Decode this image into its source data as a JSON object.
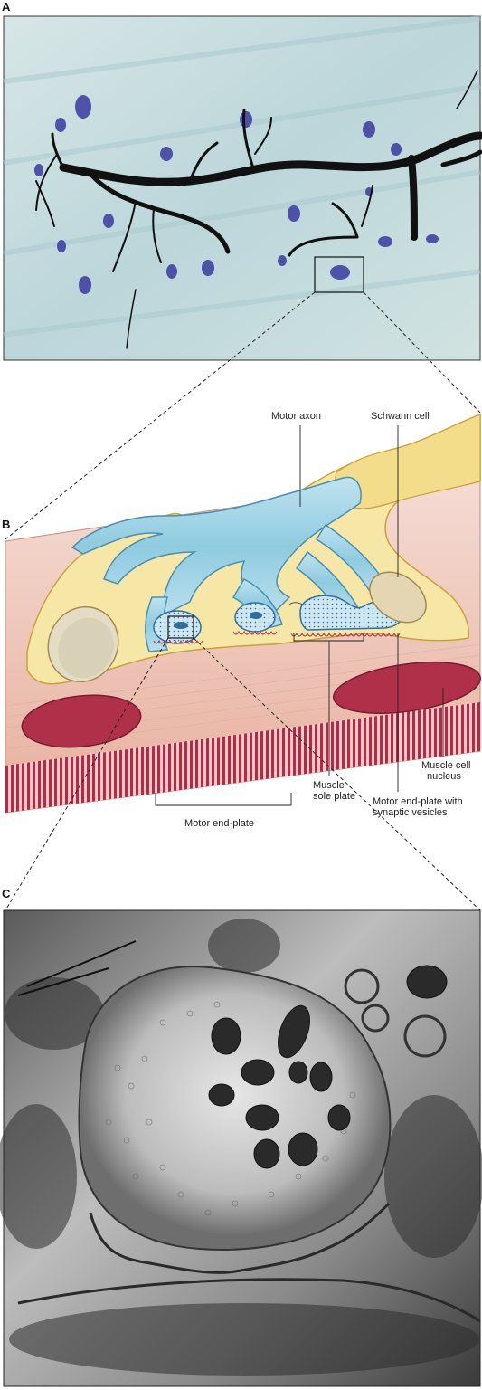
{
  "panels": {
    "a": {
      "letter": "A"
    },
    "b": {
      "letter": "B"
    },
    "c": {
      "letter": "C"
    }
  },
  "labels": {
    "motor_axon": "Motor axon",
    "schwann_cell": "Schwann cell",
    "muscle_sole_plate_line1": "Muscle",
    "muscle_sole_plate_line2": "sole plate",
    "muscle_cell_nucleus_line1": "Muscle cell",
    "muscle_cell_nucleus_line2": "nucleus",
    "motor_end_plate_vesicles_line1": "Motor end-plate with",
    "motor_end_plate_vesicles_line2": "synaptic vesicles",
    "motor_end_plate": "Motor end-plate"
  },
  "colors": {
    "axon_blue": "#8fcbe0",
    "schwann_yellow": "#f6e7a6",
    "muscle_pink": "#e9b7a8",
    "nucleus_red": "#b0304a",
    "micrograph_bg": "#c9dde0"
  }
}
